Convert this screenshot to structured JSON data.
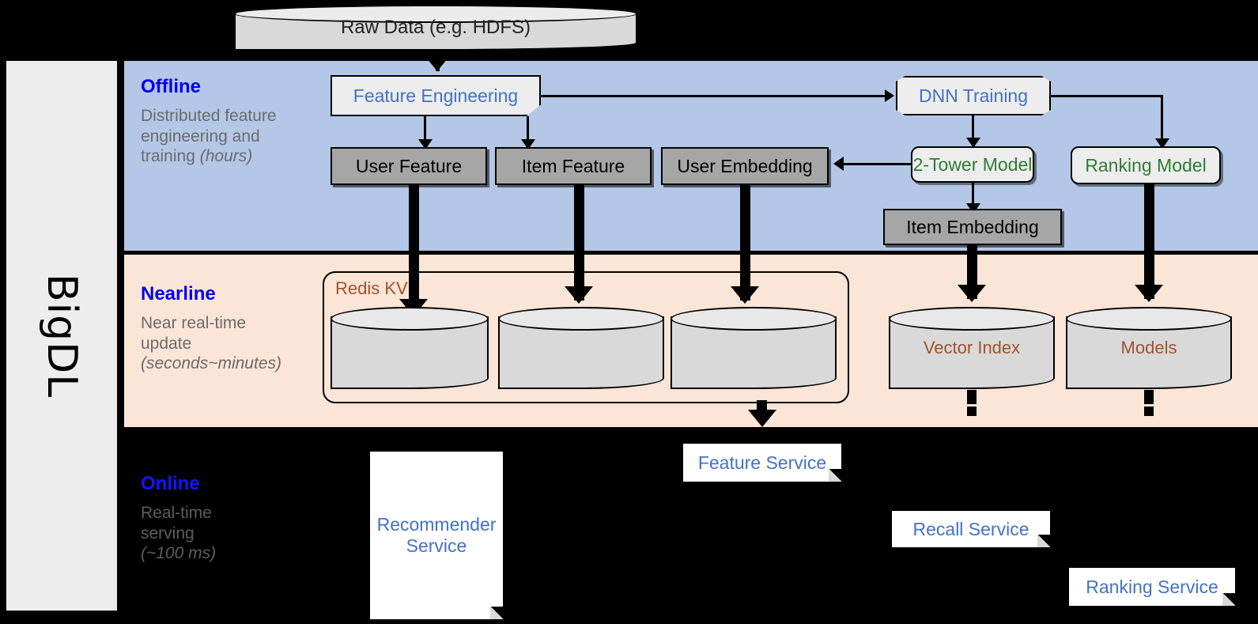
{
  "sidebar": {
    "label": "BigDL"
  },
  "bands": {
    "offline": {
      "title": "Offline",
      "desc_line1": "Distributed feature",
      "desc_line2": "engineering and",
      "desc_line3": "training",
      "desc_em": "(hours)",
      "color": "#b4c7e7"
    },
    "nearline": {
      "title": "Nearline",
      "desc_line1": "Near real-time",
      "desc_line2": "update",
      "desc_em": "(seconds~minutes)",
      "color": "#fbe5d6"
    },
    "online": {
      "title": "Online",
      "desc_line1": "Real-time",
      "desc_line2": "serving",
      "desc_em": "(~100 ms)",
      "color": "#000000"
    }
  },
  "nodes": {
    "raw_data": "Raw Data (e.g. HDFS)",
    "feature_engineering": "Feature Engineering",
    "dnn_training": "DNN Training",
    "user_feature": "User Feature",
    "item_feature": "Item Feature",
    "user_embedding": "User Embedding",
    "two_tower_model": "2-Tower Model",
    "ranking_model": "Ranking Model",
    "item_embedding": "Item Embedding",
    "redis_kv": "Redis KV",
    "vector_index": "Vector Index",
    "models": "Models",
    "feature_service": "Feature Service",
    "recommender_service_l1": "Recommender",
    "recommender_service_l2": "Service",
    "recall_service": "Recall Service",
    "ranking_service": "Ranking Service"
  },
  "colors": {
    "blue_band": "#b4c7e7",
    "peach_band": "#fbe5d6",
    "grey_box": "#a6a6a6",
    "process_text": "#4472c4",
    "model_text": "#2e7d32",
    "store_text": "#a0522d",
    "band_title": "#0000ee",
    "sidebar_bg": "#ededed"
  }
}
